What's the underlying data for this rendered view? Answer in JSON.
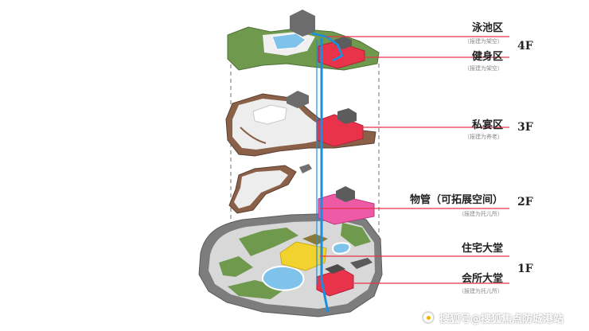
{
  "labels": [
    {
      "id": "pool",
      "title": "泳池区",
      "sub": "（报建为架空）"
    },
    {
      "id": "gym",
      "title": "健身区",
      "sub": "（报建为架空）"
    },
    {
      "id": "banquet",
      "title": "私宴区",
      "sub": "（报建为养老）"
    },
    {
      "id": "property",
      "title": "物管（可拓展空间）",
      "sub": "（报建为托儿所）"
    },
    {
      "id": "lobby",
      "title": "住宅大堂",
      "sub": ""
    },
    {
      "id": "club",
      "title": "会所大堂",
      "sub": "（报建为托儿所）"
    }
  ],
  "floors": [
    "4F",
    "3F",
    "2F",
    "1F"
  ],
  "watermark": {
    "text": "搜狐号@搜狐焦点防城港站",
    "icon": "sohu-logo-icon"
  },
  "colors": {
    "accent_red": "#e8334a",
    "pink": "#ef5aa6",
    "yellow": "#f2d22e",
    "green": "#6f9a4e",
    "wood": "#8a6048",
    "pool_blue": "#7fc3ea",
    "circulation_blue": "#1a8fe0"
  }
}
